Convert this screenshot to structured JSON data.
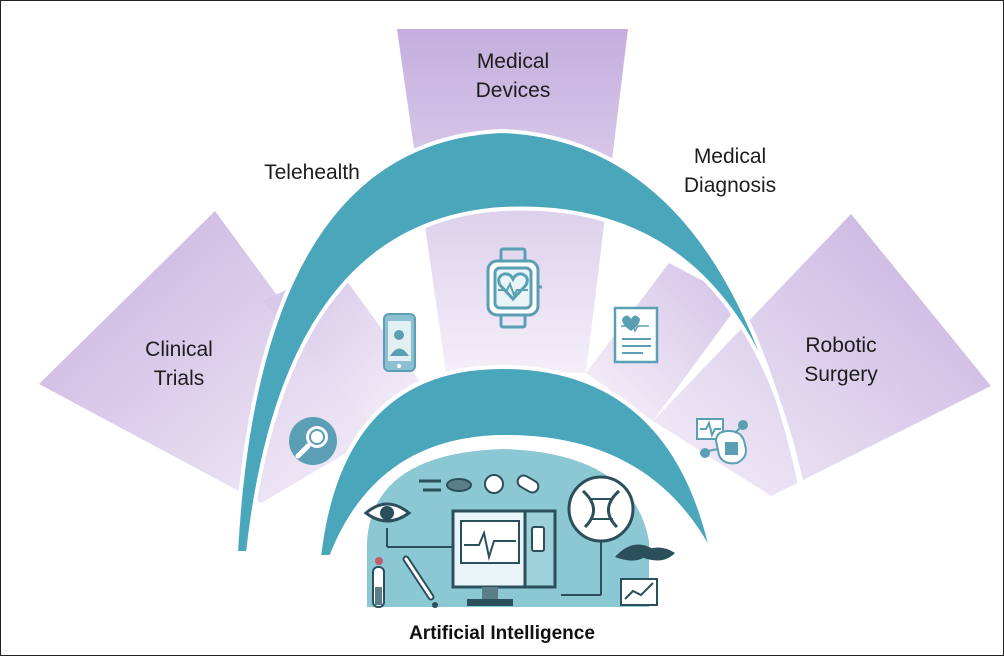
{
  "title": "Artificial Intelligence",
  "segments": [
    {
      "lines": [
        "Clinical",
        "Trials"
      ],
      "icon": "magnifier-icon"
    },
    {
      "lines": [
        "Telehealth"
      ],
      "icon": "phone-doctor-icon"
    },
    {
      "lines": [
        "Medical",
        "Devices"
      ],
      "icon": "smartwatch-heart-icon"
    },
    {
      "lines": [
        "Medical",
        "Diagnosis"
      ],
      "icon": "report-icon"
    },
    {
      "lines": [
        "Robotic",
        "Surgery"
      ],
      "icon": "robot-brain-icon"
    }
  ],
  "colors": {
    "arch": "#4aa6ba",
    "arch_edge": "#ffffff",
    "wedge_light": "#f4eff9",
    "wedge_dark": "#c6b0dd",
    "icon": "#5a9fb4",
    "illustration": "#8cc8d4",
    "illustration_dark": "#2b4f5b"
  }
}
